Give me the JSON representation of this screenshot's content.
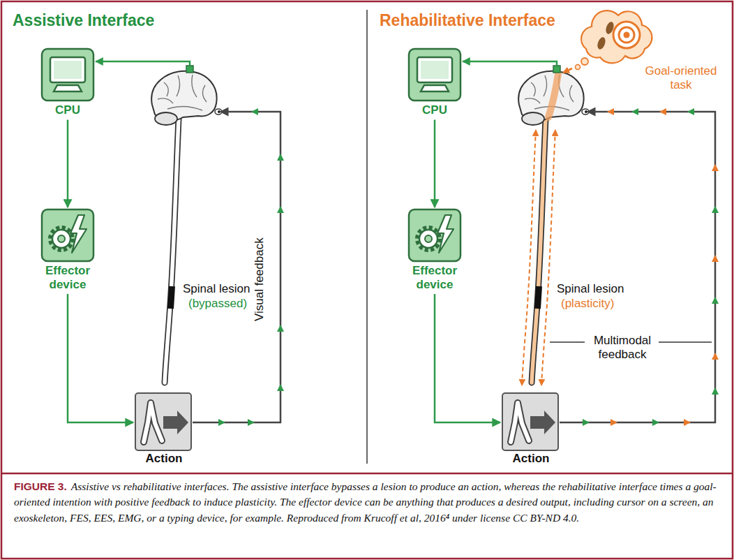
{
  "diagram": {
    "caption": "Assistive vs rehabilitative interfaces. The assistive interface bypasses a lesion to produce an action, whereas the rehabilitative interface times a goal-oriented intention with positive feedback to induce plasticity. The effector device can be anything that produces a desired output, including cursor on a screen, an exoskeleton, FES, EES, EMG, or a typing device, for example. Reproduced from Krucoff et al, 2016⁴ under license CC BY-ND 4.0.",
    "nodes": [
      {
        "text": [
          "Assistive Interface"
        ]
      },
      {
        "text": [
          "CPU"
        ],
        "in": 0
      },
      {
        "text": [
          "Effector device"
        ],
        "in": 0
      },
      {
        "text": [
          "Action"
        ],
        "in": 0
      },
      {
        "text": [
          "Rehabilitative Interface"
        ]
      },
      {
        "text": [
          "CPU"
        ],
        "in": 4
      },
      {
        "text": [
          "Effector device"
        ],
        "in": 4
      },
      {
        "text": [
          "Action"
        ],
        "in": 4
      }
    ],
    "edges": [
      {
        "from": 1,
        "to": 2,
        "arrow": "to"
      },
      {
        "from": 2,
        "to": 3,
        "arrow": "to"
      },
      {
        "from": 5,
        "to": 6,
        "arrow": "to"
      },
      {
        "from": 6,
        "to": 7,
        "arrow": "to"
      }
    ],
    "labels": [
      "Spinal lesion",
      "(bypassed)",
      "Visual feedback",
      "Goal-oriented task",
      "Spinal lesion",
      "(plasticity)",
      "Multimodal feedback",
      "FIGURE 3."
    ]
  }
}
